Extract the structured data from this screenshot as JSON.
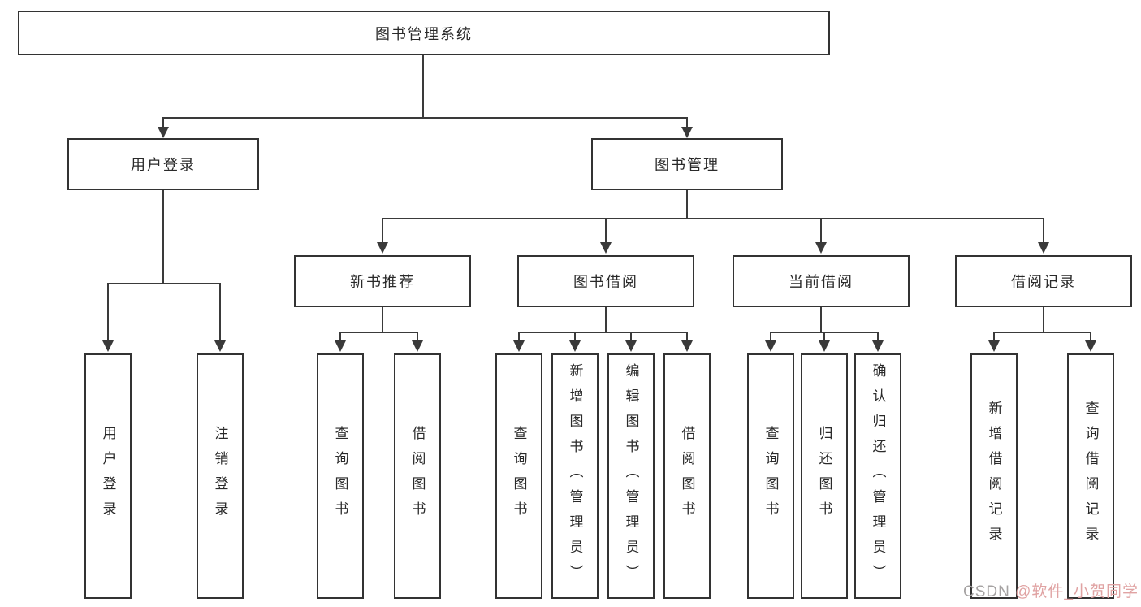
{
  "tree": {
    "root": {
      "label": "图书管理系统"
    },
    "branches": [
      {
        "label": "用户登录",
        "children": [
          {
            "label": "用户登录"
          },
          {
            "label": "注销登录"
          }
        ]
      },
      {
        "label": "图书管理",
        "sections": [
          {
            "label": "新书推荐",
            "children": [
              {
                "label": "查询图书"
              },
              {
                "label": "借阅图书"
              }
            ]
          },
          {
            "label": "图书借阅",
            "children": [
              {
                "label": "查询图书"
              },
              {
                "label": "新增图书（管理员）"
              },
              {
                "label": "编辑图书（管理员）"
              },
              {
                "label": "借阅图书"
              }
            ]
          },
          {
            "label": "当前借阅",
            "children": [
              {
                "label": "查询图书"
              },
              {
                "label": "归还图书"
              },
              {
                "label": "确认归还（管理员）"
              }
            ]
          },
          {
            "label": "借阅记录",
            "children": [
              {
                "label": "新增借阅记录"
              },
              {
                "label": "查询借阅记录"
              }
            ]
          }
        ]
      }
    ]
  },
  "watermark": {
    "prefix": "CSDN ",
    "handle": "@软件_小贺同学"
  },
  "colors": {
    "line": "#3a3a3a",
    "box_border": "#333333",
    "text": "#2a2a2a",
    "watermark_gray": "#a5a2a2",
    "watermark_pink": "#e0a3a3",
    "background": "#ffffff"
  }
}
